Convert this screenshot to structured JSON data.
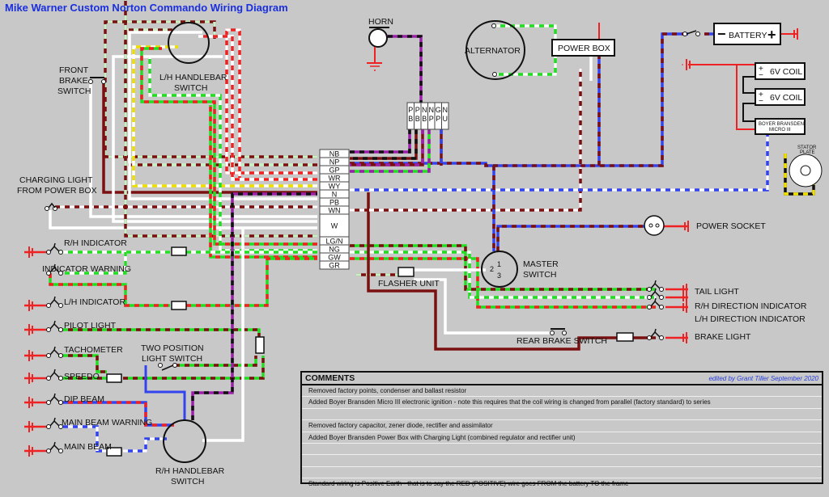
{
  "title": "Mike Warner Custom Norton Commando Wiring Diagram",
  "components": {
    "horn": "HORN",
    "alternator": "ALTERNATOR",
    "power_box": "POWER BOX",
    "battery": "BATTERY",
    "battery_minus": "−",
    "battery_plus": "+",
    "coil1": "6V COIL",
    "coil2": "6V COIL",
    "boyer_line1": "BOYER BRANSDEN",
    "boyer_line2": "MICRO III",
    "stator_line1": "STATOR",
    "stator_line2": "PLATE",
    "lh_switch_line1": "L/H HANDLEBAR",
    "lh_switch_line2": "SWITCH",
    "rh_switch_line1": "R/H HANDLEBAR",
    "rh_switch_line2": "SWITCH",
    "front_brake_line1": "FRONT",
    "front_brake_line2": "BRAKE",
    "front_brake_line3": "SWITCH",
    "charging_light_line1": "CHARGING LIGHT",
    "charging_light_line2": "FROM POWER BOX",
    "master_switch_line1": "MASTER",
    "master_switch_line2": "SWITCH",
    "master_pin1": "1",
    "master_pin2": "2",
    "master_pin3": "3",
    "flasher_unit": "FLASHER UNIT",
    "two_pos_line1": "TWO POSITION",
    "two_pos_line2": "LIGHT SWITCH",
    "rear_brake_switch": "REAR BRAKE SWITCH",
    "power_socket": "POWER SOCKET",
    "coil_plus": "+",
    "coil_minus": "−"
  },
  "left_lamps": [
    "R/H INDICATOR",
    "INDICATOR WARNING",
    "L/H INDICATOR",
    "PILOT LIGHT",
    "TACHOMETER",
    "SPEEDO",
    "DIP BEAM",
    "MAIN BEAM WARNING",
    "MAIN BEAM"
  ],
  "right_lamps": [
    "TAIL LIGHT",
    "R/H DIRECTION INDICATOR",
    "L/H DIRECTION INDICATOR",
    "BRAKE LIGHT"
  ],
  "connector_block": [
    "NB",
    "NP",
    "GP",
    "WR",
    "WY",
    "N",
    "PB",
    "WN",
    "W",
    "LG/N",
    "NG",
    "GW",
    "GR"
  ],
  "top_connector": [
    [
      "P",
      "B"
    ],
    [
      "P",
      "B"
    ],
    [
      "N",
      "B"
    ],
    [
      "N",
      "P"
    ],
    [
      "G",
      "P"
    ],
    [
      "N",
      "U"
    ]
  ],
  "wire_colors": {
    "N": "#7a1010",
    "W": "#ffffff",
    "G": "#22dd22",
    "LG": "#c8f0c8",
    "R": "#ee2222",
    "Y": "#f0e000",
    "U": "#3344ee",
    "P": "#9b1fa8",
    "B": "#111111"
  },
  "comments": {
    "header": "COMMENTS",
    "editor": "edited by Grant Tiller September 2020",
    "rows": [
      "Removed factory points, condenser and ballast resistor",
      "Added Boyer Bransden Micro III electronic ignition - note this requires that the coil wiring is changed from parallel (factory standard) to series",
      "",
      "Removed factory capacitor, zener diode, rectifier and assimilator",
      "Added Boyer Bransden Power Box with Charging Light (combined regulator and rectifier unit)",
      "",
      "",
      "",
      "Standard wiring is Positive Earth - that is to say the RED (POSITIVE) wire goes FROM the battery TO the frame"
    ]
  }
}
